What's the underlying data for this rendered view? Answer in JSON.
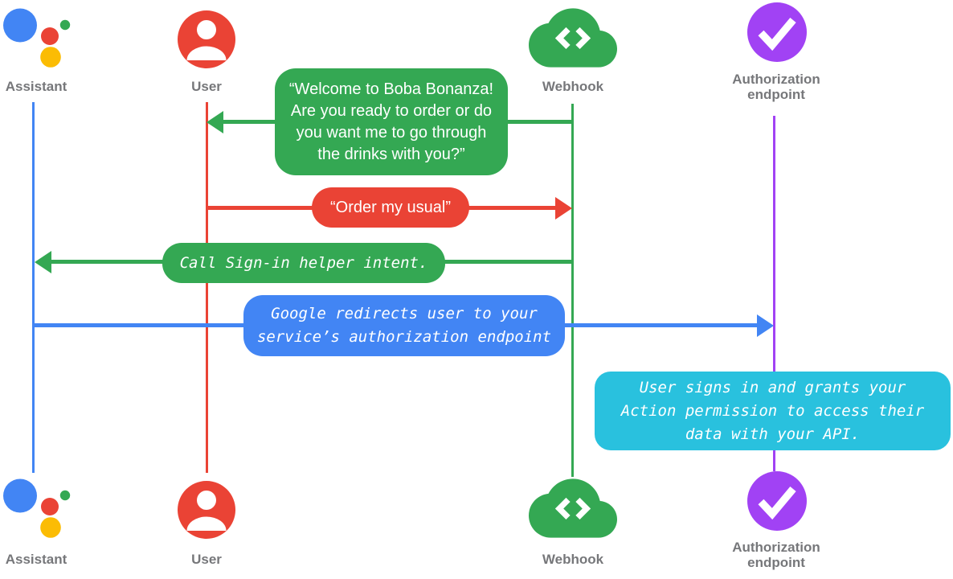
{
  "colors": {
    "blue": "#4285F4",
    "red": "#EA4335",
    "green": "#34A853",
    "yellow": "#FBBC04",
    "purple": "#A142F4",
    "cyan": "#29C1DE",
    "label": "#76777A",
    "text": "#FFFFFF"
  },
  "actors": {
    "assistant": {
      "label": "Assistant",
      "icon": "google-assistant-logo",
      "lifeline_color": "blue"
    },
    "user": {
      "label": "User",
      "icon": "person-circle",
      "lifeline_color": "red"
    },
    "webhook": {
      "label": "Webhook",
      "icon": "code-cloud",
      "lifeline_color": "green"
    },
    "authorization": {
      "label_lines": [
        "Authorization",
        "endpoint"
      ],
      "icon": "checkmark-circle",
      "lifeline_color": "purple"
    }
  },
  "messages": {
    "welcome": {
      "from": "webhook",
      "to": "user",
      "color": "green",
      "direction": "left",
      "lines": [
        "“Welcome to Boba Bonanza!",
        "Are you ready to order or do",
        "you want me to go through",
        "the drinks with you?”"
      ]
    },
    "order": {
      "from": "user",
      "to": "webhook",
      "color": "red",
      "direction": "right",
      "lines": [
        "“Order my usual”"
      ]
    },
    "sign_in": {
      "from": "webhook",
      "to": "assistant",
      "color": "green",
      "direction": "left",
      "lines": [
        "Call Sign-in helper intent."
      ]
    },
    "redirect": {
      "from": "assistant",
      "to": "authorization",
      "color": "blue",
      "direction": "right",
      "lines": [
        "Google redirects user to your",
        "service’s authorization endpoint"
      ]
    },
    "note": {
      "anchor": "authorization",
      "color": "cyan",
      "lines": [
        "User signs in and grants your",
        "Action permission to access their",
        "data with your API."
      ]
    }
  }
}
